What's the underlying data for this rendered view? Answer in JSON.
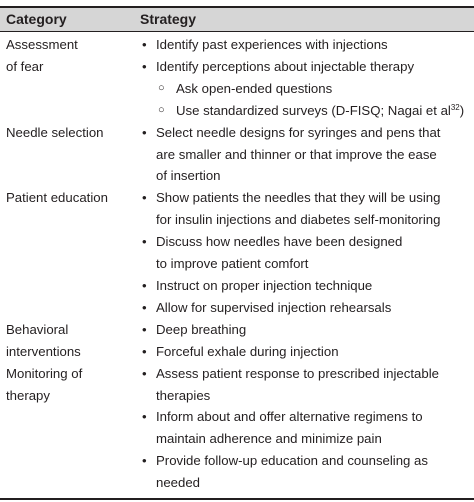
{
  "header": {
    "category": "Category",
    "strategy": "Strategy"
  },
  "groups": [
    {
      "category_lines": [
        "Assessment",
        "of fear"
      ],
      "items": [
        {
          "lines": [
            "Identify past experiences with injections"
          ]
        },
        {
          "lines": [
            "Identify perceptions about injectable therapy"
          ]
        }
      ],
      "subitems": [
        {
          "text": "Ask open-ended questions"
        },
        {
          "text": "Use standardized surveys (D-FISQ; Nagai et al",
          "sup": "32",
          "after": ")"
        }
      ]
    },
    {
      "category_lines": [
        "Needle selection"
      ],
      "items": [
        {
          "lines": [
            "Select needle designs for syringes and pens that",
            "are smaller and thinner or that improve the ease",
            "of insertion"
          ]
        }
      ]
    },
    {
      "category_lines": [
        "Patient education"
      ],
      "items": [
        {
          "lines": [
            "Show patients the needles that they will be using",
            "for insulin injections and diabetes self-monitoring"
          ]
        },
        {
          "lines": [
            "Discuss how needles have been designed",
            "to improve patient comfort"
          ]
        },
        {
          "lines": [
            "Instruct on proper injection technique"
          ]
        },
        {
          "lines": [
            "Allow for supervised injection rehearsals"
          ]
        }
      ]
    },
    {
      "category_lines": [
        "Behavioral",
        "interventions"
      ],
      "items": [
        {
          "lines": [
            "Deep breathing"
          ]
        },
        {
          "lines": [
            "Forceful exhale during injection"
          ]
        }
      ]
    },
    {
      "category_lines": [
        "Monitoring of",
        "therapy"
      ],
      "items": [
        {
          "lines": [
            "Assess patient response to prescribed injectable",
            "therapies"
          ]
        },
        {
          "lines": [
            "Inform about and offer alternative regimens to",
            "maintain adherence and minimize pain"
          ]
        },
        {
          "lines": [
            "Provide follow-up education and counseling as",
            "needed"
          ]
        }
      ]
    }
  ],
  "colors": {
    "rule": "#231f20",
    "text": "#231f20",
    "band": "#d6d6d6"
  },
  "markers": {
    "bullet": "bullet-icon",
    "subitem": "hollow-circle-icon"
  }
}
